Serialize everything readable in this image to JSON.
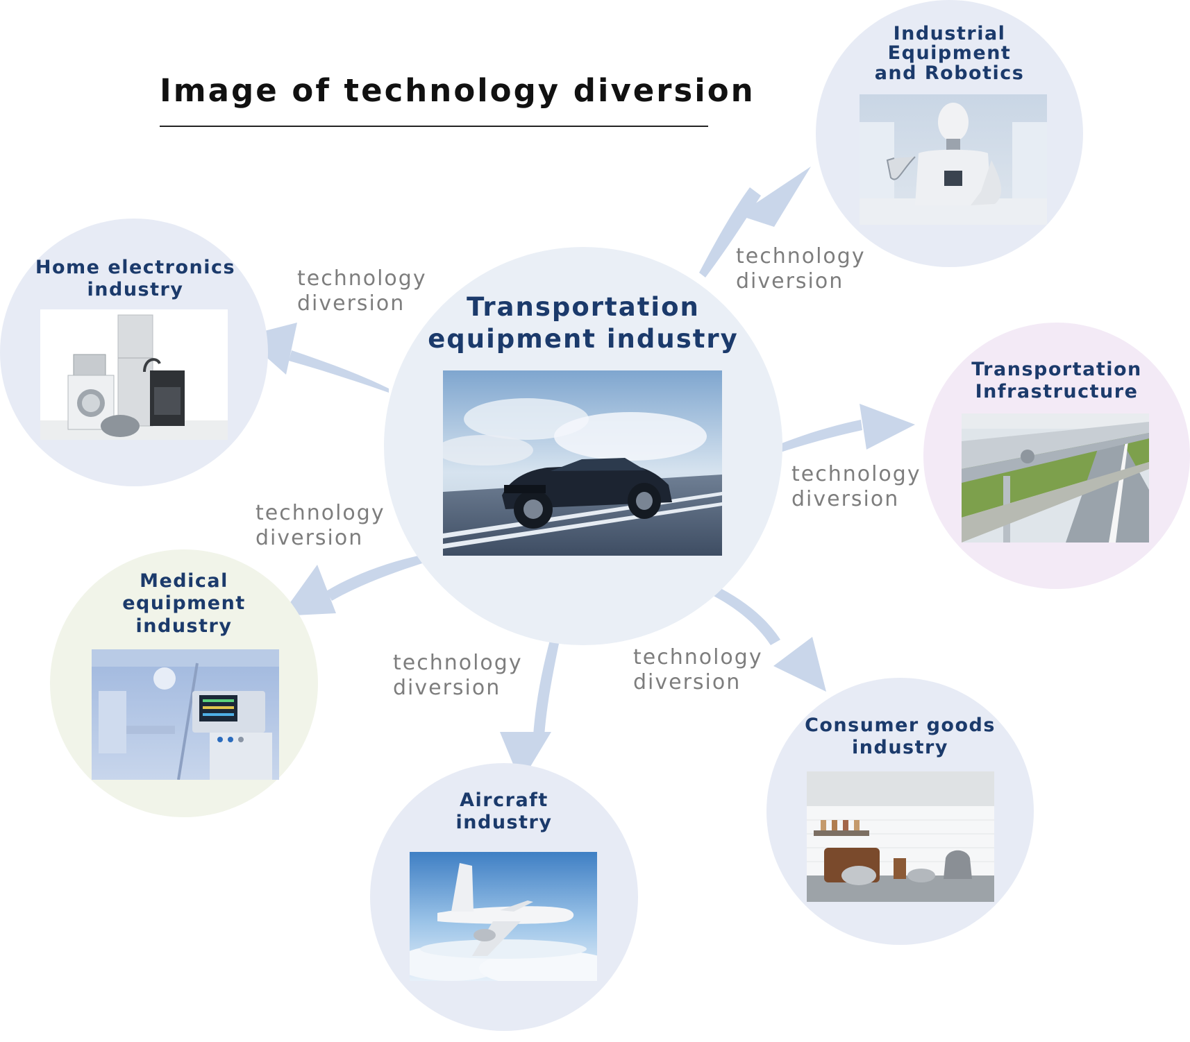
{
  "title": "Image of technology diversion",
  "center": {
    "label": "Transportation\nequipment industry",
    "photo": "car-on-road-photo"
  },
  "industries": {
    "robotics": {
      "label": "Industrial\nEquipment\nand Robotics",
      "photo": "humanoid-robot-photo"
    },
    "infrastructure": {
      "label": "Transportation\nInfrastructure",
      "photo": "guardrail-road-photo"
    },
    "consumer": {
      "label": "Consumer goods\nindustry",
      "photo": "kitchen-goods-photo"
    },
    "aircraft": {
      "label": "Aircraft\nindustry",
      "photo": "airplane-photo"
    },
    "medical": {
      "label": "Medical\nequipment\nindustry",
      "photo": "medical-ventilator-photo"
    },
    "home": {
      "label": "Home electronics\nindustry",
      "photo": "home-appliances-photo"
    }
  },
  "arrow_label": {
    "line1": "technology",
    "line2": "diversion"
  },
  "colors": {
    "heading_text": "#1b3a6b",
    "arrow": "#c9d6ea",
    "arrow_label": "#7d7d7d",
    "circle_blue": "#e7ebf5",
    "circle_pink": "#f3eaf6",
    "circle_green": "#f1f4e9"
  }
}
